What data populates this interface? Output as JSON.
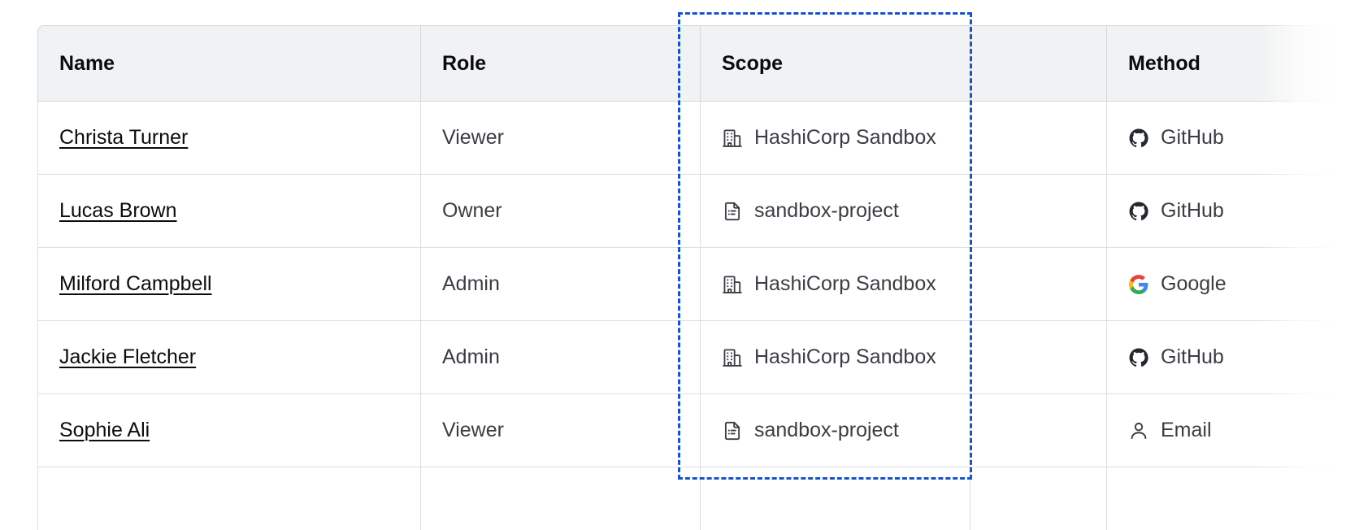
{
  "table": {
    "columns": [
      {
        "key": "name",
        "label": "Name"
      },
      {
        "key": "role",
        "label": "Role"
      },
      {
        "key": "scope",
        "label": "Scope"
      },
      {
        "key": "gap",
        "label": ""
      },
      {
        "key": "method",
        "label": "Method"
      }
    ],
    "rows": [
      {
        "name": "Christa Turner",
        "role": "Viewer",
        "scope": "HashiCorp Sandbox",
        "scope_icon": "organization-building-icon",
        "method": "GitHub",
        "method_icon": "github-icon"
      },
      {
        "name": "Lucas Brown",
        "role": "Owner",
        "scope": "sandbox-project",
        "scope_icon": "project-document-icon",
        "method": "GitHub",
        "method_icon": "github-icon"
      },
      {
        "name": "Milford Campbell",
        "role": "Admin",
        "scope": "HashiCorp Sandbox",
        "scope_icon": "organization-building-icon",
        "method": "Google",
        "method_icon": "google-icon"
      },
      {
        "name": "Jackie Fletcher",
        "role": "Admin",
        "scope": "HashiCorp Sandbox",
        "scope_icon": "organization-building-icon",
        "method": "GitHub",
        "method_icon": "github-icon"
      },
      {
        "name": "Sophie Ali",
        "role": "Viewer",
        "scope": "sandbox-project",
        "scope_icon": "project-document-icon",
        "method": "Email",
        "method_icon": "user-person-icon"
      },
      {
        "name": "",
        "role": "",
        "scope": "",
        "scope_icon": "",
        "method": "",
        "method_icon": ""
      }
    ]
  },
  "selection": {
    "target_column": "Scope",
    "style": "dashed",
    "color": "#1551d4"
  },
  "colors": {
    "header_background": "#f1f2f3",
    "header_text": "#0c0c0e",
    "body_text": "#3b3d45",
    "link_text": "#0c0c0e",
    "border": "#dcdee1",
    "selection_outline": "#1551d4",
    "icon_dark": "#3b3d45",
    "github_dark": "#24292f",
    "google_blue": "#4285f4",
    "google_red": "#ea4335",
    "google_yellow": "#fbbc05",
    "google_green": "#34a853"
  }
}
